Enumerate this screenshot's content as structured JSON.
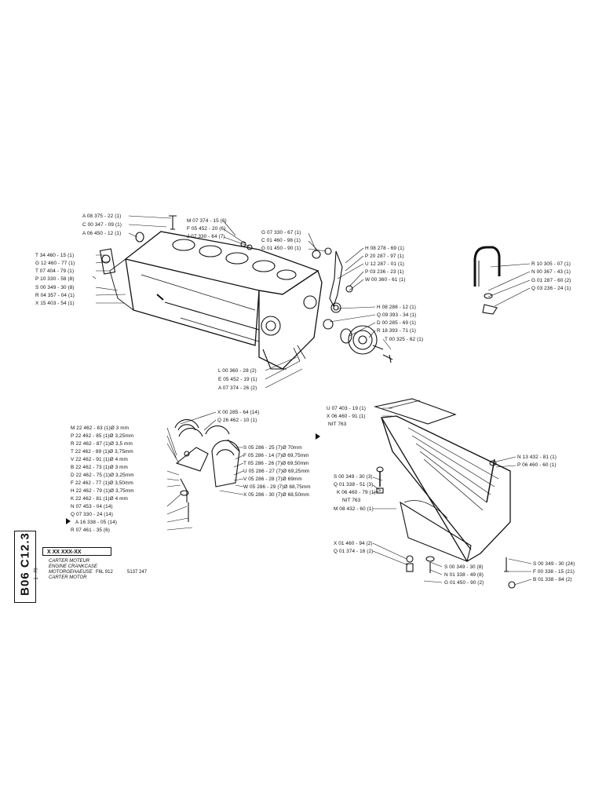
{
  "sheet": {
    "code": "B06 C12.3",
    "date": "1 - 79",
    "ref_box": "X XX XXX-XX",
    "titles": [
      "CARTER MOTEUR",
      "ENGINE CRANKCASE",
      "MOTORGEHAEUSE",
      "CARTER MOTOR"
    ],
    "engine": "F6L 912",
    "number": "5137 247"
  },
  "labels_block_left": [
    "A 08 375 - 22 (1)",
    "C 00 347 - 09 (1)",
    "A 06 450 - 12 (1)",
    "T 34 460 - 15 (1)",
    "G 12 460 - 77 (1)",
    "T 07 404 - 79 (1)",
    "P 10 330 - 58 (8)",
    "S 00 349 - 30 (8)",
    "R 04 357 - 04 (1)",
    "X 15 403 - 54 (1)"
  ],
  "labels_block_top": [
    "M 07 374 - 15 (6)",
    "F 05 452 - 20 (6)",
    "J 07 330 - 64 (7)"
  ],
  "labels_block_mid": [
    "G 07 330 - 67 (1)",
    "C 01 460 - 98 (1)",
    "G 01 450 - 90 (1)"
  ],
  "labels_block_right": [
    "H 08 278 - 69 (1)",
    "P 20 287 - 97 (1)",
    "U 12 287 - 01 (1)",
    "P 03 236 - 23 (1)",
    "W 00 360 - 61 (1)",
    "H 08 288 - 12 (1)",
    "Q 09 393 - 34 (1)",
    "D 00 285 - 69 (1)",
    "R 18 393 - 71 (1)",
    "T 00 325 - 62 (1)"
  ],
  "labels_block_bottom": [
    "L 00 360 - 28 (2)",
    "E 05 452 - 19 (1)",
    "A 07 374 - 26 (2)"
  ],
  "labels_dipstick": [
    "R 10 305 - 07 (1)",
    "N 00 367 - 43 (1)",
    "G 01 287 - 60 (2)",
    "Q 03 236 - 24 (1)"
  ],
  "labels_bearings": [
    "X 00 285 - 64 (14)",
    "Q 26 462 - 10 (1)",
    "M 22 462 - 83 (1)Ø 3    mm",
    "P 22 462 - 85 (1)Ø 3,25mm",
    "R 22 462 - 87 (1)Ø 3,5   mm",
    "T 22 462 - 89 (1)Ø 3,75mm",
    "V 22 462 - 91 (1)Ø 4    mm",
    "B 22 462 - 73 (1)Ø 3    mm",
    "D 22 462 - 75 (1)Ø 3,25mm",
    "F 22 462 - 77 (1)Ø 3,50mm",
    "H 22 462 - 79 (1)Ø 3,75mm",
    "K 22 462 - 81 (1)Ø 4    mm",
    "N 07 453 - 04 (14)",
    "Q 07 330 - 24 (14)",
    "A 16 338 - 05 (14)",
    "R 07 461 - 35 (6)"
  ],
  "labels_shells": [
    "S 05 286 - 25 (7)Ø 70mm",
    "F 05 286 - 14 (7)Ø 69,75mm",
    "T 05 286 - 26 (7)Ø 69,50mm",
    "U 05 286 - 27 (7)Ø 69,25mm",
    "V 05 286 - 28 (7)Ø 69mm",
    "W 05 286 - 29 (7)Ø 68,75mm",
    "X 05 286 - 30 (7)Ø 68,50mm"
  ],
  "labels_oilpan": [
    "U 07 403 - 19 (1)",
    "X 06 460 - 91 (1)",
    "NIT 763",
    "N 13 432 - 81 (1)",
    "P 06 460 - 60 (1)",
    "S 00 349 - 30 (3)",
    "Q 01 338 - 51 (3)",
    "K 06 460 - 79 (1)",
    "NIT 763",
    "M 08 432 - 60 (1)",
    "X 01 460 - 94 (2)",
    "Q 01 374 - 16 (2)",
    "S 00 349 - 30 (8)",
    "N 01 338 - 49 (8)",
    "G 01 450 - 90 (2)",
    "S 00 349 - 30 (24)",
    "F 00 338 - 15 (21)",
    "B 01 338 - 84 (2)"
  ]
}
